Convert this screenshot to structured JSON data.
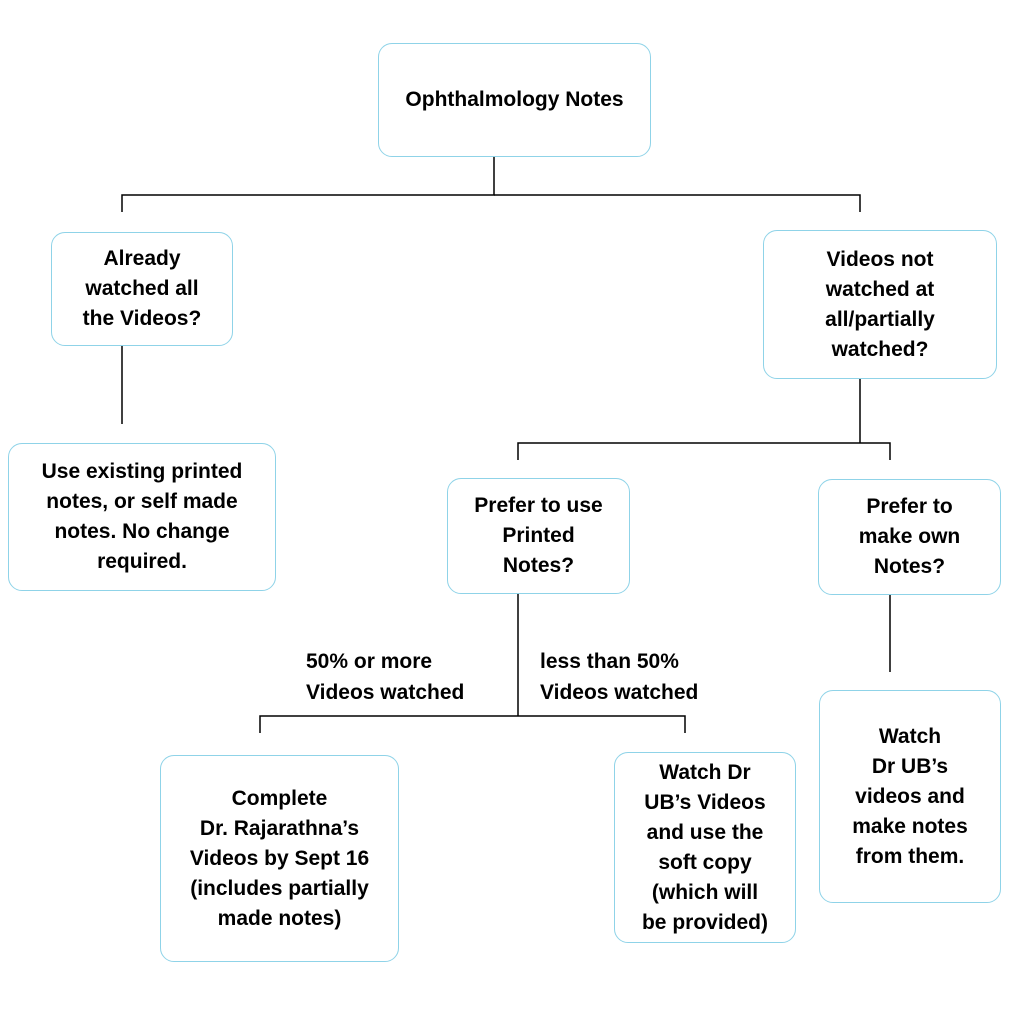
{
  "diagram": {
    "nodes": {
      "root": "Ophthalmology Notes",
      "already_watched": "Already\nwatched all\nthe Videos?",
      "not_watched": "Videos not\nwatched at\nall/partially\nwatched?",
      "existing_notes": "Use existing printed\nnotes, or self made\nnotes. No change\nrequired.",
      "prefer_printed": "Prefer to use\nPrinted\nNotes?",
      "prefer_own": "Prefer to\nmake own\nNotes?",
      "complete_rajarathna": "Complete\nDr. Rajarathna’s\nVideos by Sept 16\n(includes partially\nmade notes)",
      "watch_soft_copy": "Watch Dr\nUB’s Videos\nand use the\nsoft copy\n(which will\nbe provided)",
      "watch_make_notes": "Watch\nDr UB’s\nvideos and\nmake notes\nfrom them."
    },
    "edge_labels": {
      "fifty_or_more": "50% or more\nVideos watched",
      "less_than_fifty": "less than 50%\nVideos watched"
    },
    "colors": {
      "node_border": "#8fd3e8",
      "connector": "#000000"
    }
  }
}
